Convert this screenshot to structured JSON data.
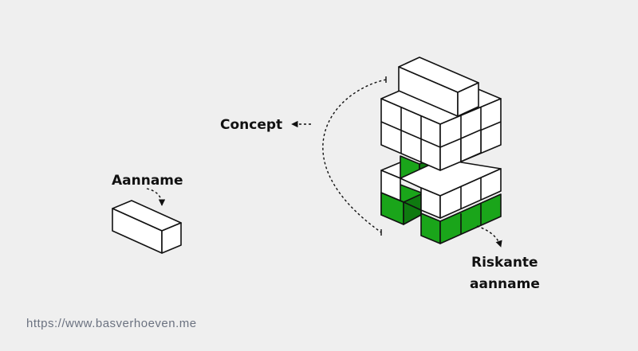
{
  "labels": {
    "concept": "Concept",
    "assumption": "Aanname",
    "risky_line1": "Riskante",
    "risky_line2": "aanname"
  },
  "footer": {
    "url": "https://www.basverhoeven.me"
  },
  "colors": {
    "background": "#efefef",
    "block_fill": "#ffffff",
    "risky_green": "#1aa51a",
    "risky_green_dark": "#0f7a10",
    "outline": "#111111"
  },
  "icons": [
    "jenga-tower",
    "single-block",
    "dotted-arrow"
  ]
}
